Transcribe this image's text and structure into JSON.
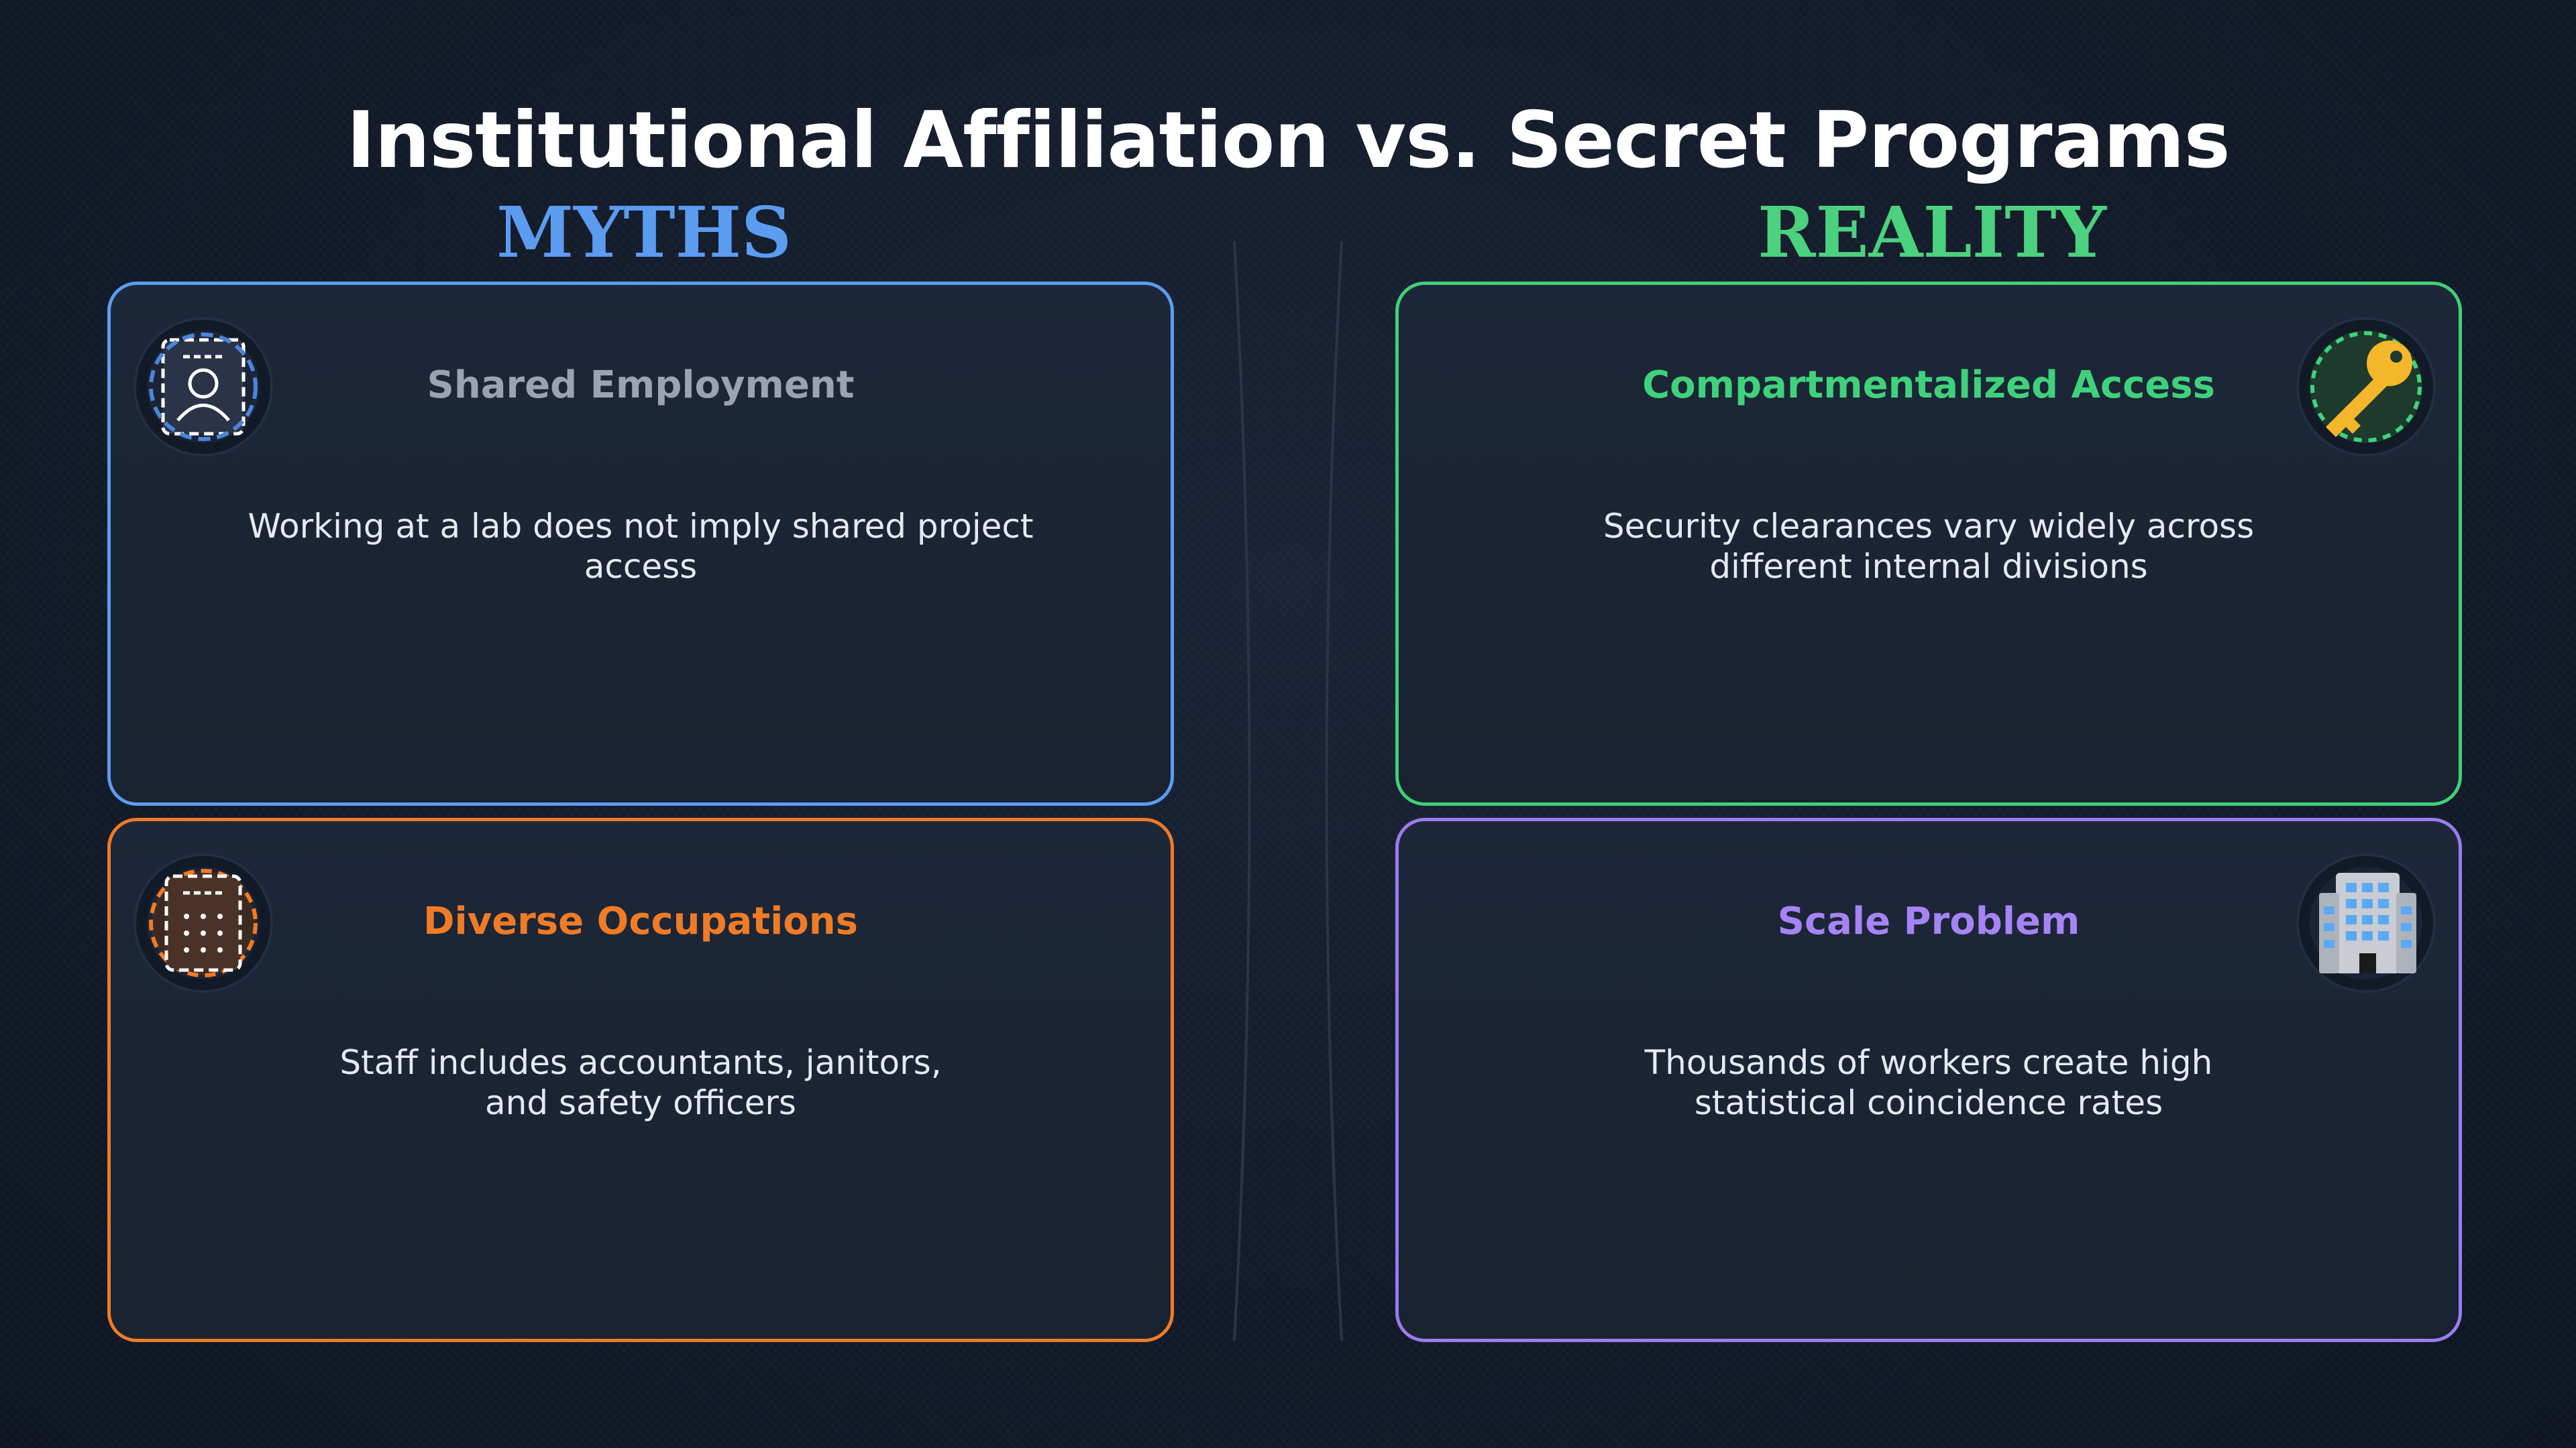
{
  "title": "Institutional Affiliation vs. Secret Programs",
  "columns": {
    "myths": "MYTHS",
    "reality": "REALITY"
  },
  "cards": {
    "shared_employment": {
      "title": "Shared Employment",
      "body": "Working at a lab does not imply shared project access",
      "icon": "id-badge-icon"
    },
    "compartmentalized_access": {
      "title": "Compartmentalized Access",
      "body": "Security clearances vary widely across different internal divisions",
      "icon": "key-icon"
    },
    "diverse_occupations": {
      "title": "Diverse Occupations",
      "body": "Staff includes accountants, janitors, and safety officers",
      "icon": "calculator-icon"
    },
    "scale_problem": {
      "title": "Scale Problem",
      "body": "Thousands of workers create high statistical coincidence rates",
      "icon": "office-building-icon"
    }
  },
  "colors": {
    "myths": "#5b9cf0",
    "reality": "#4cd17e",
    "orange": "#f07b26",
    "purple": "#9d7af0",
    "background": "#131b2a"
  }
}
